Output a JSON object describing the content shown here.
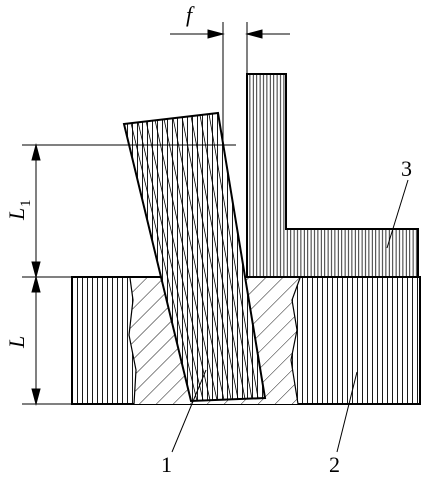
{
  "diagram": {
    "dimension_labels": {
      "gap": "f",
      "upper_length_base": "L",
      "upper_length_sub": "1",
      "lower_length": "L"
    },
    "callouts": {
      "part_1": "1",
      "part_2": "2",
      "part_3": "3"
    }
  }
}
